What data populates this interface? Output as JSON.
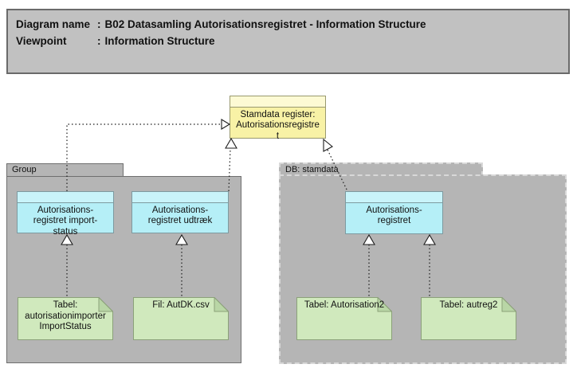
{
  "title_block": {
    "rows": [
      {
        "label": "Diagram name",
        "sep": ":",
        "value": "B02 Datasamling Autorisationsregistret - Information Structure"
      },
      {
        "label": "Viewpoint",
        "sep": ":",
        "value": "Information Structure"
      }
    ]
  },
  "groups": [
    {
      "label": "Group"
    },
    {
      "label": "DB: stamdata"
    }
  ],
  "object": {
    "label": "Stamdata register:\nAutorisationsregistre\nt"
  },
  "nodes": [
    {
      "label": "Autorisations-\nregistret import-\nstatus"
    },
    {
      "label": "Autorisations-\nregistret udtræk"
    },
    {
      "label": "Autorisations-\nregistret"
    }
  ],
  "notes": [
    {
      "label": "Tabel:\nautorisationimporter\nImportStatus"
    },
    {
      "label": "Fil: AutDK.csv"
    },
    {
      "label": "Tabel: Autorisation2"
    },
    {
      "label": "Tabel: autreg2"
    }
  ],
  "relations": [
    {
      "type": "realization",
      "from": "Autorisationsregistret import-status",
      "to": "Stamdata register: Autorisationsregistret"
    },
    {
      "type": "realization",
      "from": "Autorisationsregistret udtræk",
      "to": "Stamdata register: Autorisationsregistret"
    },
    {
      "type": "realization",
      "from": "Autorisationsregistret (DB: stamdata)",
      "to": "Stamdata register: Autorisationsregistret"
    },
    {
      "type": "realization",
      "from": "Tabel: autorisationimporterImportStatus",
      "to": "Autorisationsregistret import-status"
    },
    {
      "type": "realization",
      "from": "Fil: AutDK.csv",
      "to": "Autorisationsregistret udtræk"
    },
    {
      "type": "realization",
      "from": "Tabel: Autorisation2",
      "to": "Autorisationsregistret (DB: stamdata)"
    },
    {
      "type": "realization",
      "from": "Tabel: autreg2",
      "to": "Autorisationsregistret (DB: stamdata)"
    }
  ],
  "colors": {
    "title_fill": "#c1c1c1",
    "title_border": "#6a6a6a",
    "group_fill": "#b5b5b5",
    "group_border": "#6f6f6f",
    "db_border": "#d8d8d8",
    "node_fill": "#b5eff7",
    "node_strip": "#c9f4fa",
    "node_border": "#7d9aa0",
    "object_fill": "#f8f2a6",
    "object_strip": "#fdfad4",
    "object_border": "#99996f",
    "note_fill": "#d0e9bd",
    "note_fold": "#b9d6a6",
    "note_border": "#8ba179",
    "line_color": "#1c1c1c",
    "text_color": "#111111"
  }
}
